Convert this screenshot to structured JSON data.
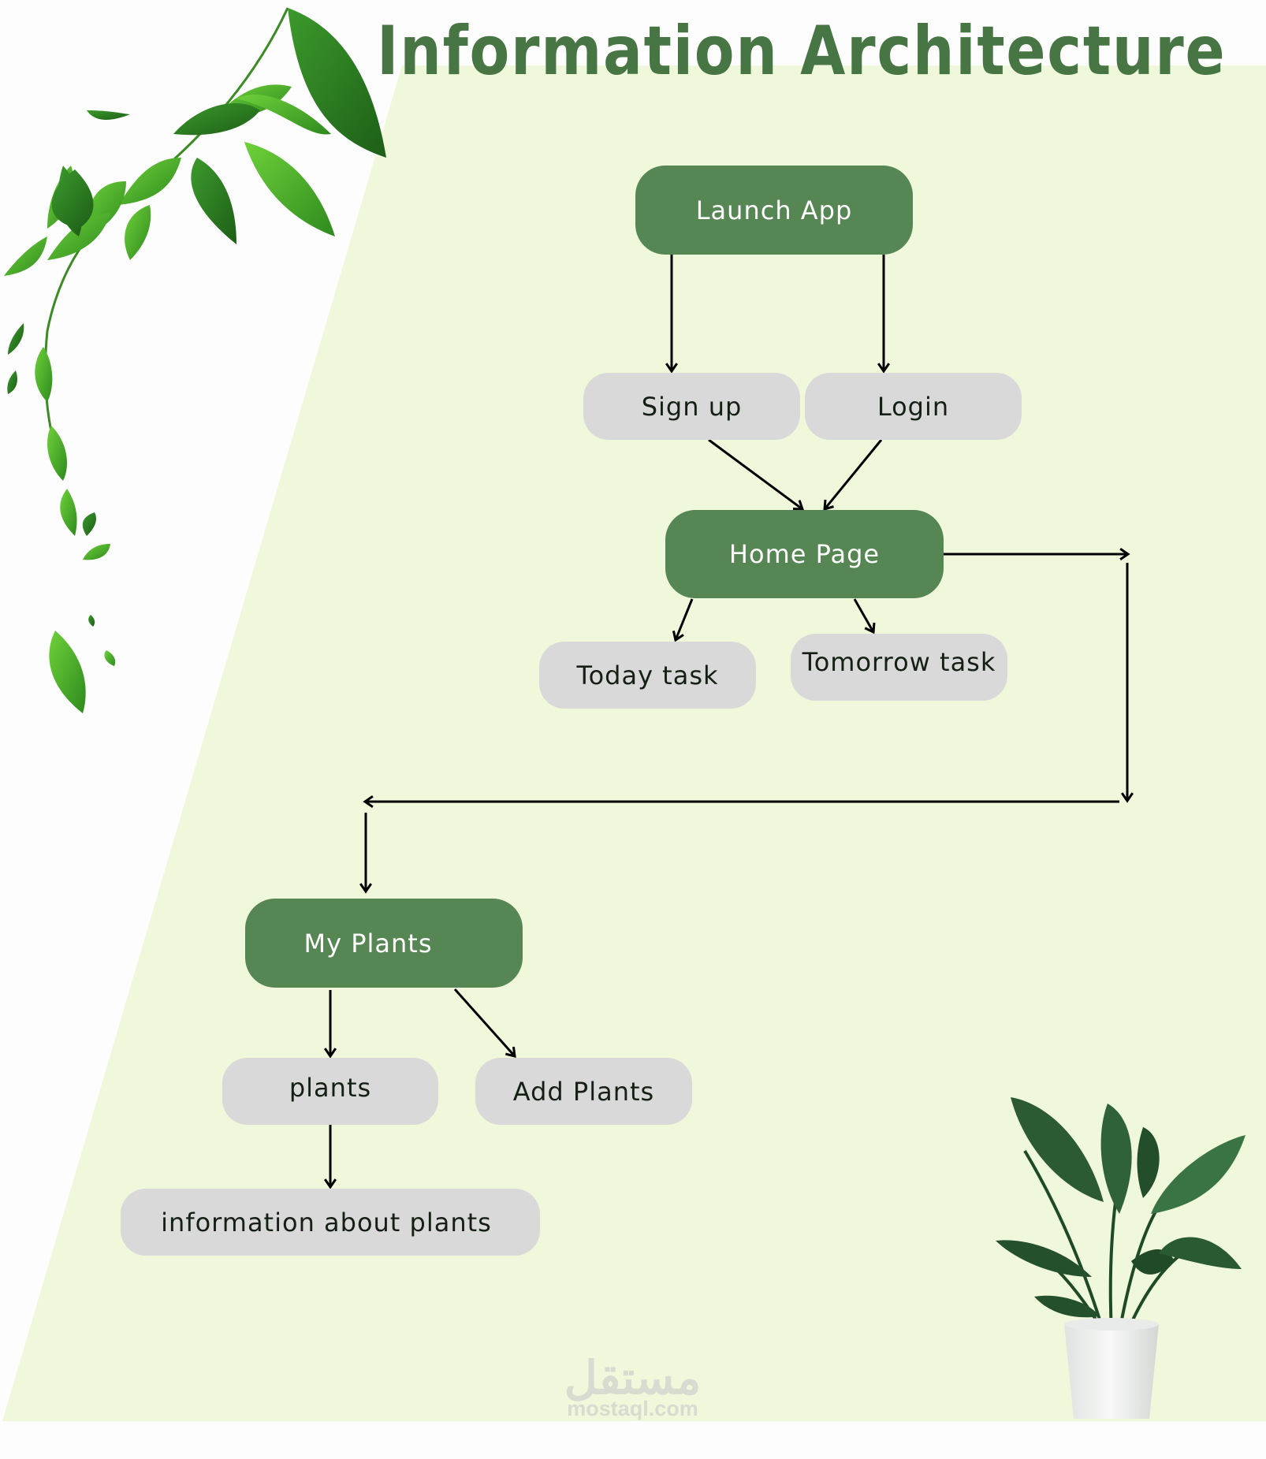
{
  "title": "Information Architecture",
  "colors": {
    "panel_bg": "#f0f8dc",
    "page_bg": "#fdfdfd",
    "title": "#477543",
    "primary_node": "#568654",
    "secondary_node": "#d9d9d9",
    "arrow": "#000000"
  },
  "nodes": {
    "launch_app": {
      "label": "Launch App",
      "type": "primary"
    },
    "sign_up": {
      "label": "Sign up",
      "type": "secondary"
    },
    "login": {
      "label": "Login",
      "type": "secondary"
    },
    "home_page": {
      "label": "Home Page",
      "type": "primary"
    },
    "today_task": {
      "label": "Today task",
      "type": "secondary"
    },
    "tomorrow_task": {
      "label": "Tomorrow task",
      "type": "secondary"
    },
    "my_plants": {
      "label": "My Plants",
      "type": "primary"
    },
    "plants": {
      "label": "plants",
      "type": "secondary"
    },
    "add_plants": {
      "label": "Add Plants",
      "type": "secondary"
    },
    "info_plants": {
      "label": "information about plants",
      "type": "secondary"
    }
  },
  "edges": [
    {
      "from": "launch_app",
      "to": "sign_up"
    },
    {
      "from": "launch_app",
      "to": "login"
    },
    {
      "from": "sign_up",
      "to": "home_page"
    },
    {
      "from": "login",
      "to": "home_page"
    },
    {
      "from": "home_page",
      "to": "today_task"
    },
    {
      "from": "home_page",
      "to": "tomorrow_task"
    },
    {
      "from": "home_page",
      "to": "my_plants"
    },
    {
      "from": "my_plants",
      "to": "plants"
    },
    {
      "from": "my_plants",
      "to": "add_plants"
    },
    {
      "from": "plants",
      "to": "info_plants"
    }
  ],
  "decorations": {
    "vine": "hanging-leaves-illustration",
    "plant": "potted-plant-illustration"
  },
  "watermark": {
    "arabic": "مستقل",
    "latin": "mostaql.com"
  }
}
